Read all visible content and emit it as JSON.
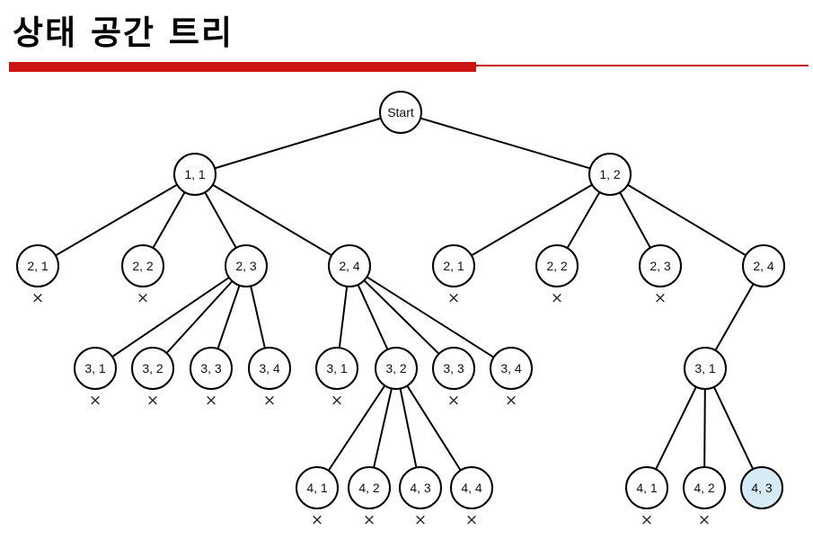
{
  "title": "상태 공간 트리",
  "colors": {
    "rule": "#cc1414",
    "solution_fill": "#d6ebf5",
    "node_fill": "#ffffff",
    "edge": "#000000"
  },
  "tree": {
    "nodes": [
      {
        "id": "n0",
        "label": "Start",
        "parent": null,
        "pruned": false,
        "solution": false
      },
      {
        "id": "n1",
        "label": "1, 1",
        "parent": "n0",
        "pruned": false,
        "solution": false
      },
      {
        "id": "n2",
        "label": "1, 2",
        "parent": "n0",
        "pruned": false,
        "solution": false
      },
      {
        "id": "n3",
        "label": "2, 1",
        "parent": "n1",
        "pruned": true,
        "solution": false
      },
      {
        "id": "n4",
        "label": "2, 2",
        "parent": "n1",
        "pruned": true,
        "solution": false
      },
      {
        "id": "n5",
        "label": "2, 3",
        "parent": "n1",
        "pruned": false,
        "solution": false
      },
      {
        "id": "n6",
        "label": "2, 4",
        "parent": "n1",
        "pruned": false,
        "solution": false
      },
      {
        "id": "n7",
        "label": "2, 1",
        "parent": "n2",
        "pruned": true,
        "solution": false
      },
      {
        "id": "n8",
        "label": "2, 2",
        "parent": "n2",
        "pruned": true,
        "solution": false
      },
      {
        "id": "n9",
        "label": "2, 3",
        "parent": "n2",
        "pruned": true,
        "solution": false
      },
      {
        "id": "n10",
        "label": "2, 4",
        "parent": "n2",
        "pruned": false,
        "solution": false
      },
      {
        "id": "n11",
        "label": "3, 1",
        "parent": "n5",
        "pruned": true,
        "solution": false
      },
      {
        "id": "n12",
        "label": "3, 2",
        "parent": "n5",
        "pruned": true,
        "solution": false
      },
      {
        "id": "n13",
        "label": "3, 3",
        "parent": "n5",
        "pruned": true,
        "solution": false
      },
      {
        "id": "n14",
        "label": "3, 4",
        "parent": "n5",
        "pruned": true,
        "solution": false
      },
      {
        "id": "n15",
        "label": "3, 1",
        "parent": "n6",
        "pruned": true,
        "solution": false
      },
      {
        "id": "n16",
        "label": "3, 2",
        "parent": "n6",
        "pruned": false,
        "solution": false
      },
      {
        "id": "n17",
        "label": "3, 3",
        "parent": "n6",
        "pruned": true,
        "solution": false
      },
      {
        "id": "n18",
        "label": "3, 4",
        "parent": "n6",
        "pruned": true,
        "solution": false
      },
      {
        "id": "n19",
        "label": "3, 1",
        "parent": "n10",
        "pruned": false,
        "solution": false
      },
      {
        "id": "n20",
        "label": "4, 1",
        "parent": "n16",
        "pruned": true,
        "solution": false
      },
      {
        "id": "n21",
        "label": "4, 2",
        "parent": "n16",
        "pruned": true,
        "solution": false
      },
      {
        "id": "n22",
        "label": "4, 3",
        "parent": "n16",
        "pruned": true,
        "solution": false
      },
      {
        "id": "n23",
        "label": "4, 4",
        "parent": "n16",
        "pruned": true,
        "solution": false
      },
      {
        "id": "n24",
        "label": "4, 1",
        "parent": "n19",
        "pruned": true,
        "solution": false
      },
      {
        "id": "n25",
        "label": "4, 2",
        "parent": "n19",
        "pruned": true,
        "solution": false
      },
      {
        "id": "n26",
        "label": "4, 3",
        "parent": "n19",
        "pruned": false,
        "solution": true
      }
    ],
    "pruned_mark": "×"
  }
}
